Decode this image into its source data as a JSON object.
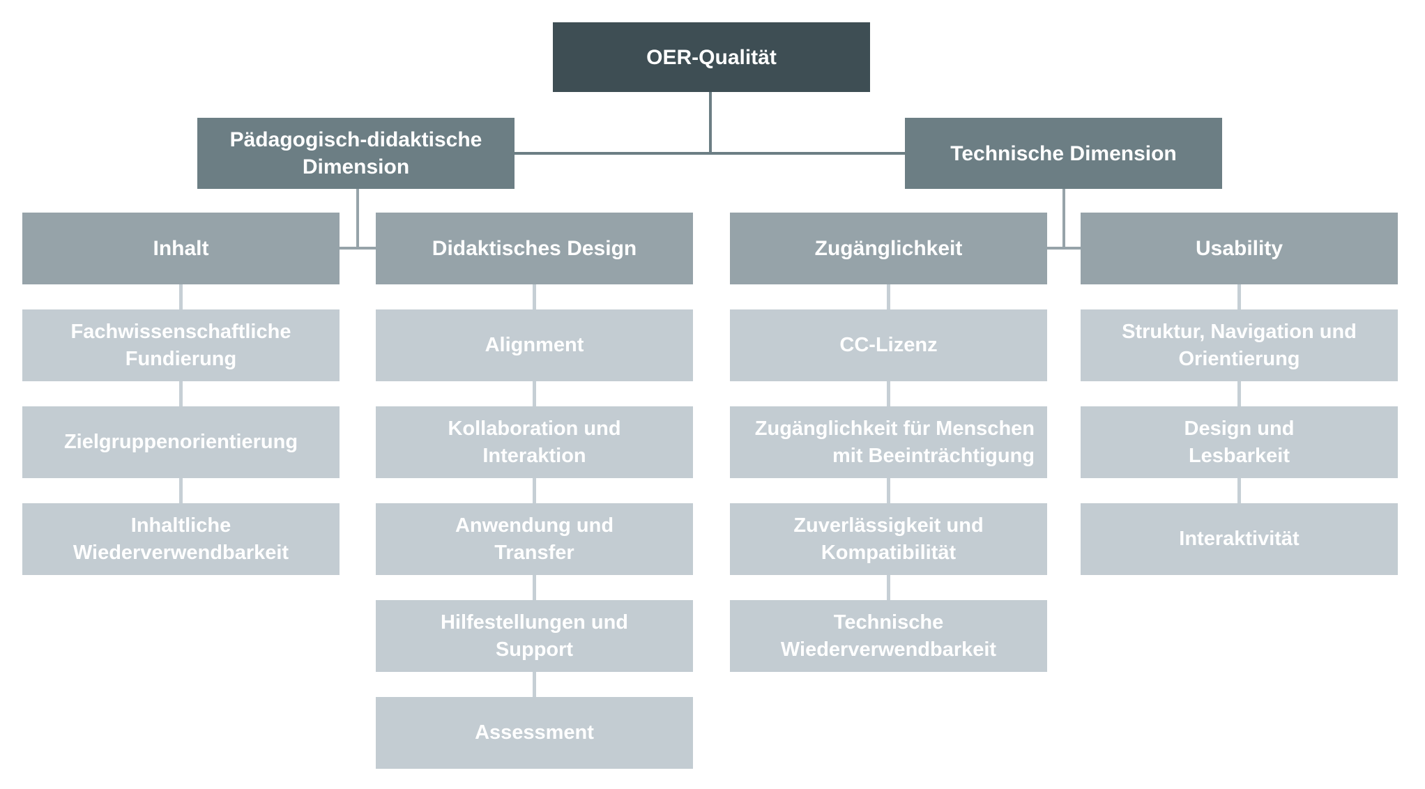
{
  "diagram": {
    "root": {
      "label": "OER-Qualität"
    },
    "branches": [
      {
        "label": "Pädagogisch-didaktische\nDimension",
        "categories": [
          {
            "label": "Inhalt",
            "items": [
              "Fachwissenschaftliche\nFundierung",
              "Zielgruppenorientierung",
              "Inhaltliche\nWiederverwendbarkeit"
            ]
          },
          {
            "label": "Didaktisches Design",
            "items": [
              "Alignment",
              "Kollaboration und\nInteraktion",
              "Anwendung und\nTransfer",
              "Hilfestellungen und\nSupport",
              "Assessment"
            ]
          }
        ]
      },
      {
        "label": "Technische Dimension",
        "categories": [
          {
            "label": "Zugänglichkeit",
            "items": [
              "CC-Lizenz",
              "Zugänglichkeit für Menschen\nmit Beeinträchtigung",
              "Zuverlässigkeit und\nKompatibilität",
              "Technische\nWiederverwendbarkeit"
            ]
          },
          {
            "label": "Usability",
            "items": [
              "Struktur, Navigation und\nOrientierung",
              "Design und\nLesbarkeit",
              "Interaktivität"
            ]
          }
        ]
      }
    ]
  },
  "colors": {
    "level1": "#3E4E54",
    "level2": "#6C7E84",
    "level3": "#96A3A9",
    "level4": "#C3CCD2",
    "connector-light": "#C6CFD5",
    "text": "#FFFFFF",
    "background": "#FFFFFF"
  }
}
